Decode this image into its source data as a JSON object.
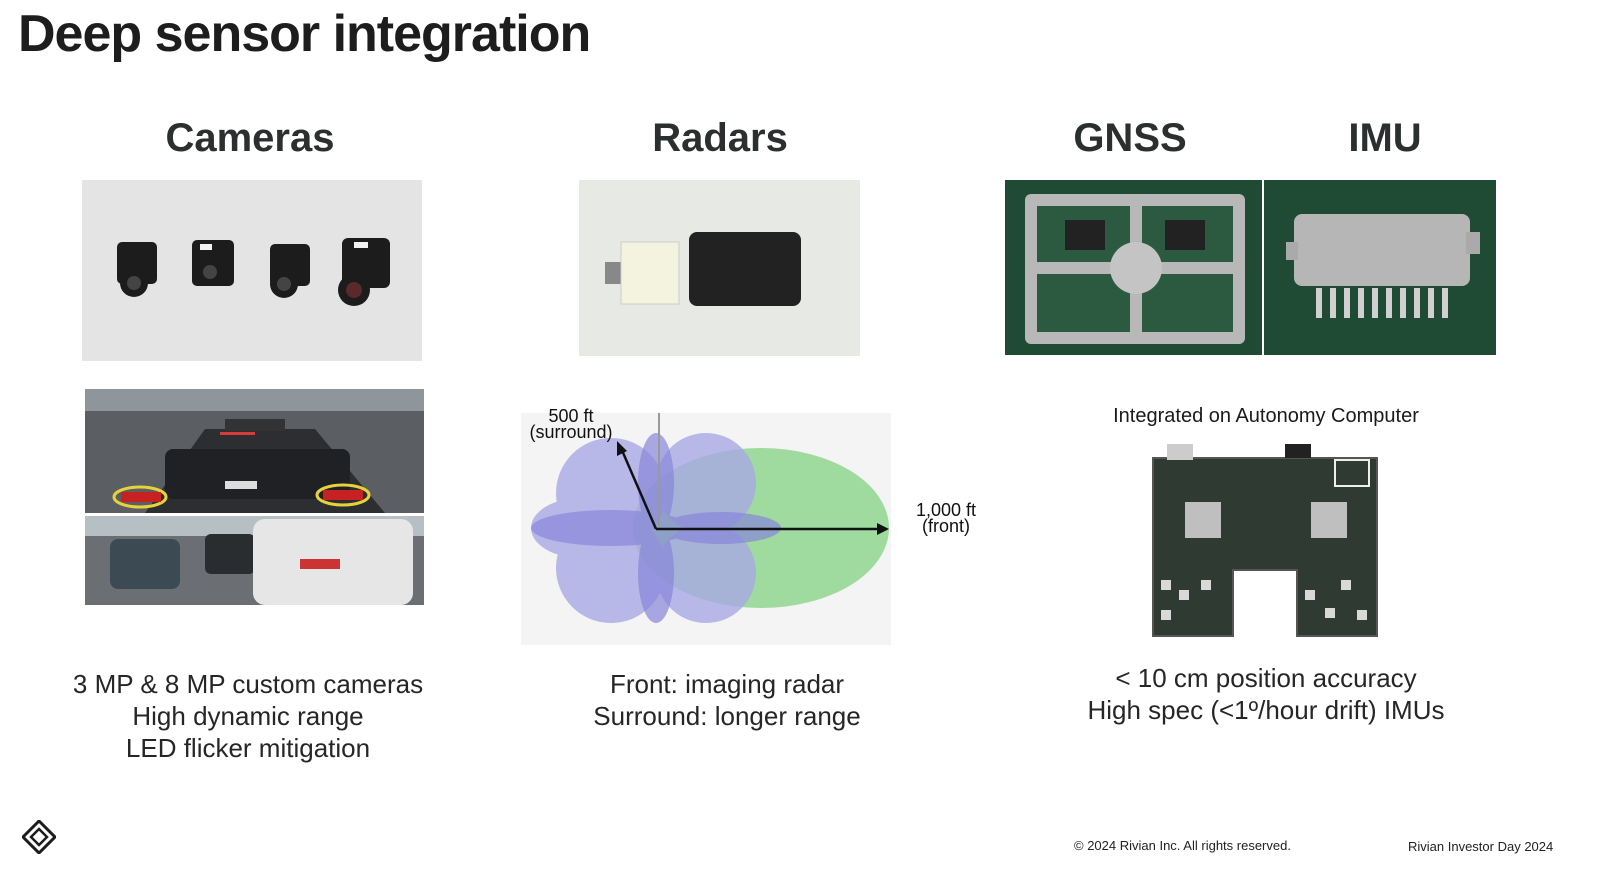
{
  "slide": {
    "title": "Deep sensor integration",
    "columns": {
      "cameras": {
        "heading": "Cameras",
        "captions": [
          "3 MP & 8 MP custom cameras",
          "High dynamic range",
          "LED flicker mitigation"
        ]
      },
      "radars": {
        "heading": "Radars",
        "surround_label": [
          "500 ft",
          "(surround)"
        ],
        "front_label": [
          "1,000 ft",
          "(front)"
        ],
        "captions": [
          "Front: imaging radar",
          "Surround: longer range"
        ]
      },
      "gnss_imu": {
        "heading_gnss": "GNSS",
        "heading_imu": "IMU",
        "board_caption": "Integrated on Autonomy Computer",
        "captions": [
          "< 10 cm position accuracy",
          "High spec (<1º/hour drift) IMUs"
        ]
      }
    },
    "footer": {
      "copyright": "© 2024 Rivian Inc. All rights reserved.",
      "event": "Rivian Investor Day 2024"
    },
    "colors": {
      "surround_lobes": "#a9a8e6",
      "front_lobe": "#8fd68f",
      "pcb_green": "#1f4a34"
    }
  }
}
